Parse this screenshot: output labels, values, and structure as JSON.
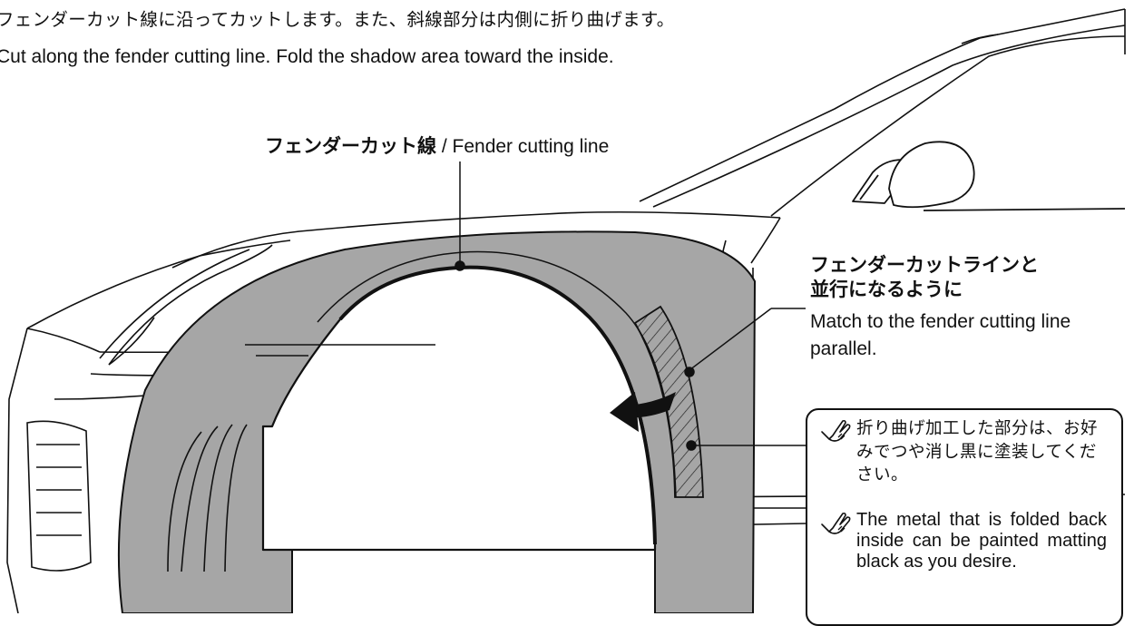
{
  "instructions": {
    "jp": "フェンダーカット線に沿ってカットします。また、斜線部分は内側に折り曲げます。",
    "en": "Cut along the fender cutting line. Fold the shadow area toward the inside."
  },
  "callouts": {
    "fender_line": {
      "jp": "フェンダーカット線",
      "separator": " / ",
      "en": "Fender cutting line"
    },
    "match_parallel": {
      "jp_line1": "フェンダーカットラインと",
      "jp_line2": "並行になるように",
      "en": "Match to the fender cutting line parallel."
    }
  },
  "note": {
    "icon": "pointing-hand-icon",
    "jp": "折り曲げ加工した部分は、お好みでつや消し黒に塗装してください。",
    "en": "The metal that is folded back inside can be painted matting black as you desire."
  },
  "colors": {
    "shaded_area": "#a6a6a6",
    "line": "#111111",
    "background": "#ffffff"
  }
}
